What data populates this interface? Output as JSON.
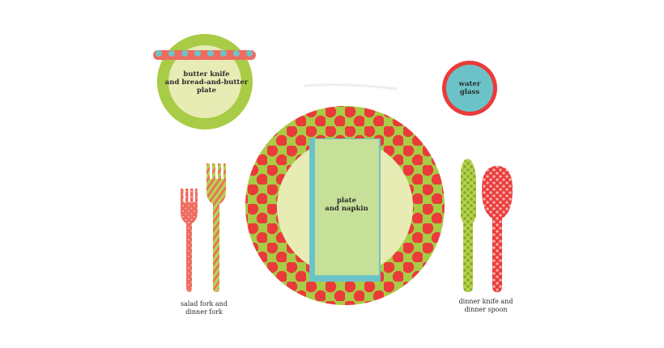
{
  "labels": {
    "bread_plate": [
      "butter knife",
      "and bread-and-butter",
      "plate"
    ],
    "water_glass": [
      "water",
      "glass"
    ],
    "dinner_plate": [
      "plate",
      "and napkin"
    ],
    "left_cutlery": [
      "salad fork and",
      "dinner fork"
    ],
    "right_cutlery": [
      "dinner knife and",
      "dinner spoon"
    ]
  },
  "icons": [
    "bread-plate-icon",
    "butter-knife-icon",
    "water-glass-icon",
    "dinner-plate-icon",
    "napkin-icon",
    "salad-fork-icon",
    "dinner-fork-icon",
    "dinner-knife-icon",
    "dinner-spoon-icon"
  ],
  "colors": {
    "green": "#a8cc45",
    "red": "#ea3b3a",
    "cream": "#e6ecb4",
    "teal": "#6cc3c7",
    "coral": "#ef6b5f",
    "napkin": "#c6e09a",
    "light_green": "#b7d24c"
  }
}
